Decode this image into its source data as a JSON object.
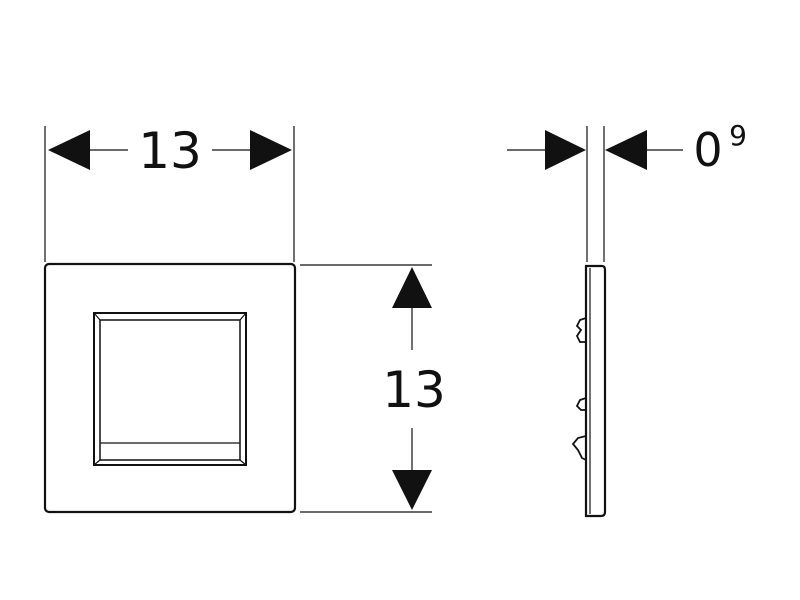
{
  "dimensions": {
    "front_width": "13",
    "front_height": "13",
    "side_thickness_main": "0",
    "side_thickness_sup": "9"
  },
  "colors": {
    "line": "#111111",
    "background": "#ffffff"
  }
}
